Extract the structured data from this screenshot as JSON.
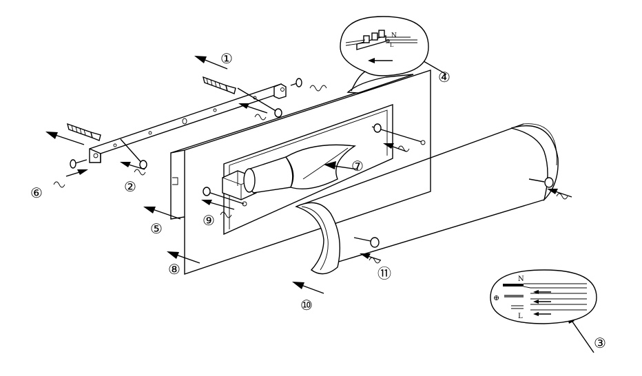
{
  "callouts": [
    {
      "id": "1",
      "label": "①"
    },
    {
      "id": "2",
      "label": "②"
    },
    {
      "id": "3",
      "label": "③"
    },
    {
      "id": "4",
      "label": "④"
    },
    {
      "id": "5",
      "label": "⑤"
    },
    {
      "id": "6",
      "label": "⑥"
    },
    {
      "id": "7",
      "label": "⑦"
    },
    {
      "id": "8",
      "label": "⑧"
    },
    {
      "id": "9",
      "label": "⑨"
    },
    {
      "id": "10",
      "label": "⑩"
    },
    {
      "id": "11",
      "label": "⑪"
    }
  ],
  "wiring_detail": {
    "neutral_label": "N",
    "earth_symbol": "⊕",
    "live_label": "L"
  },
  "terminal_detail": {
    "neutral_label": "N",
    "live_label": "L",
    "earth_symbol": "⊕"
  }
}
